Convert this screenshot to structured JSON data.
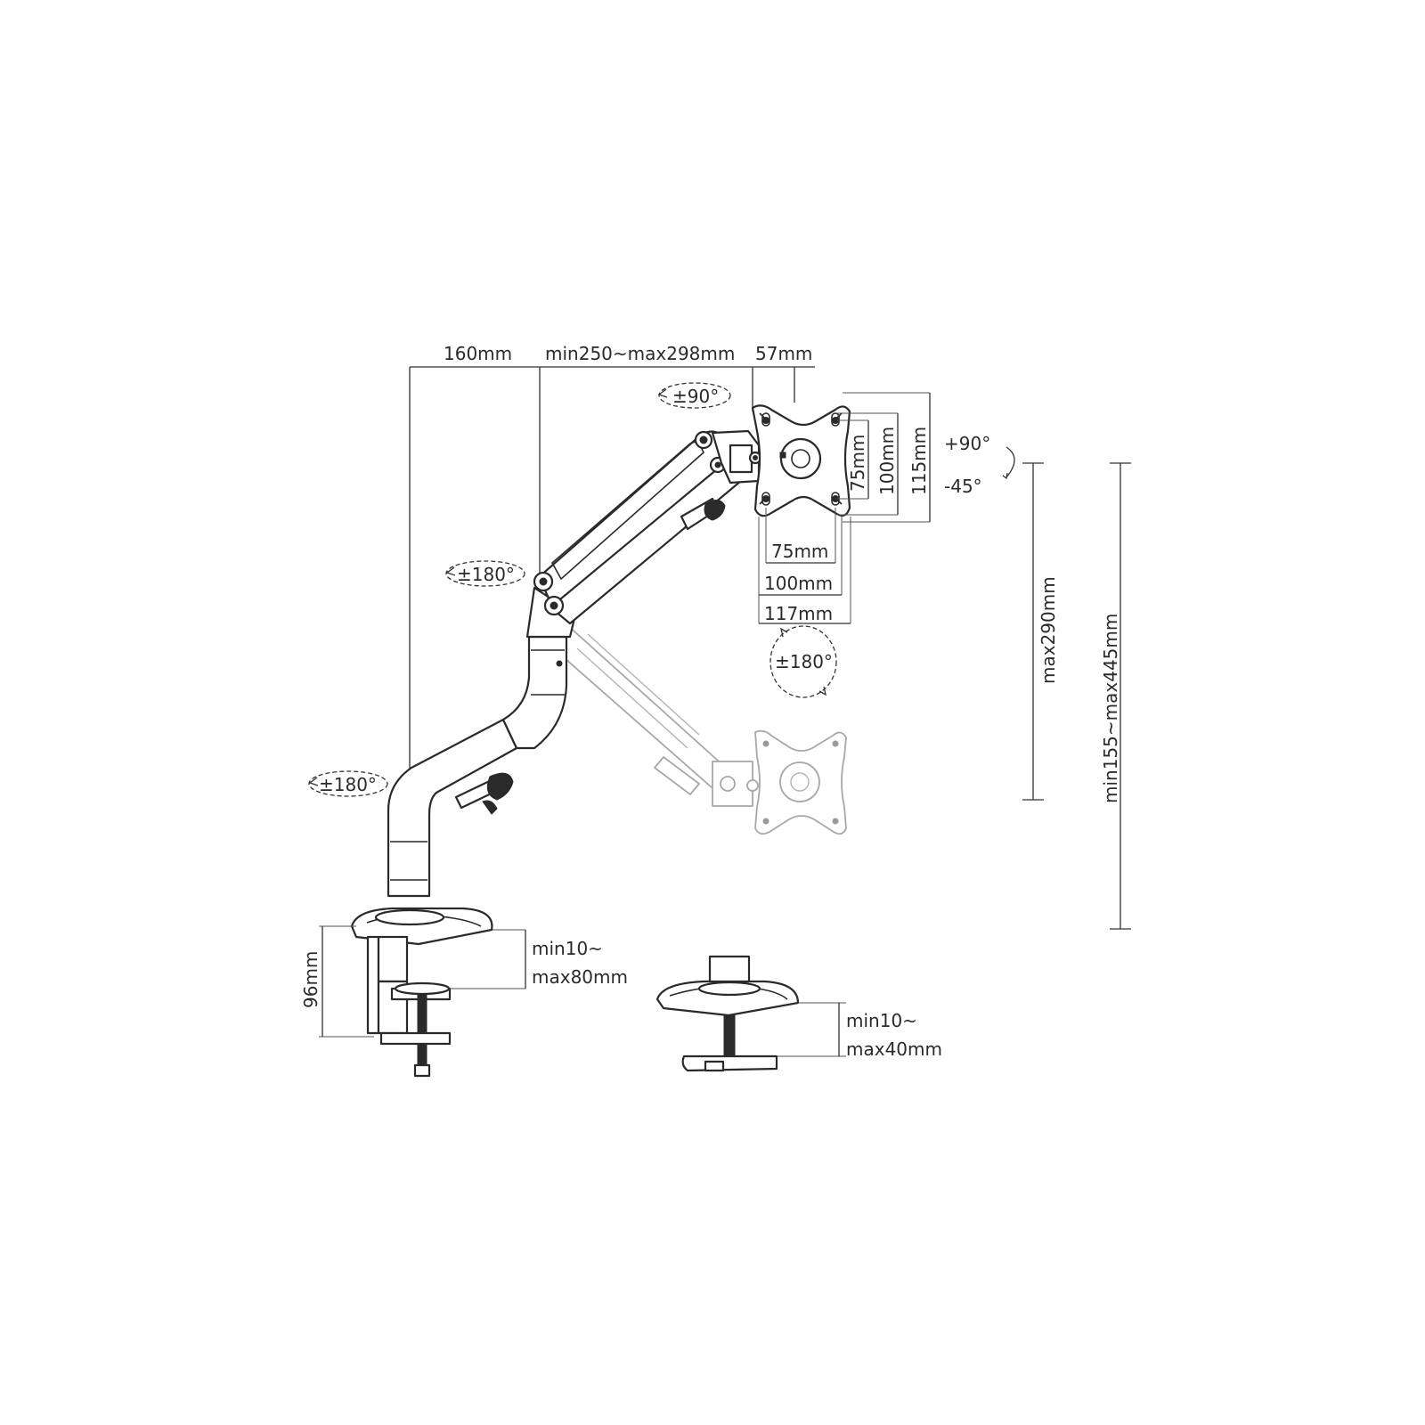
{
  "top_dims": {
    "base_offset": "160mm",
    "arm_reach": "min250~max298mm",
    "head_offset": "57mm"
  },
  "rotations": {
    "tilt_head": "±90°",
    "arm_swivel": "±180°",
    "base_swivel": "±180°",
    "screen_rotation": "±180°",
    "tilt_up": "+90°",
    "tilt_down": "-45°"
  },
  "vesa": {
    "v75": "75mm",
    "v100": "100mm",
    "v115": "115mm",
    "h75": "75mm",
    "h100": "100mm",
    "h117": "117mm"
  },
  "heights": {
    "max_height": "max290mm",
    "total_height": "min155~max445mm"
  },
  "clamp": {
    "clamp_height": "96mm",
    "clamp_range_line1": "min10~",
    "clamp_range_line2": "max80mm"
  },
  "grommet": {
    "range_line1": "min10~",
    "range_line2": "max40mm"
  }
}
